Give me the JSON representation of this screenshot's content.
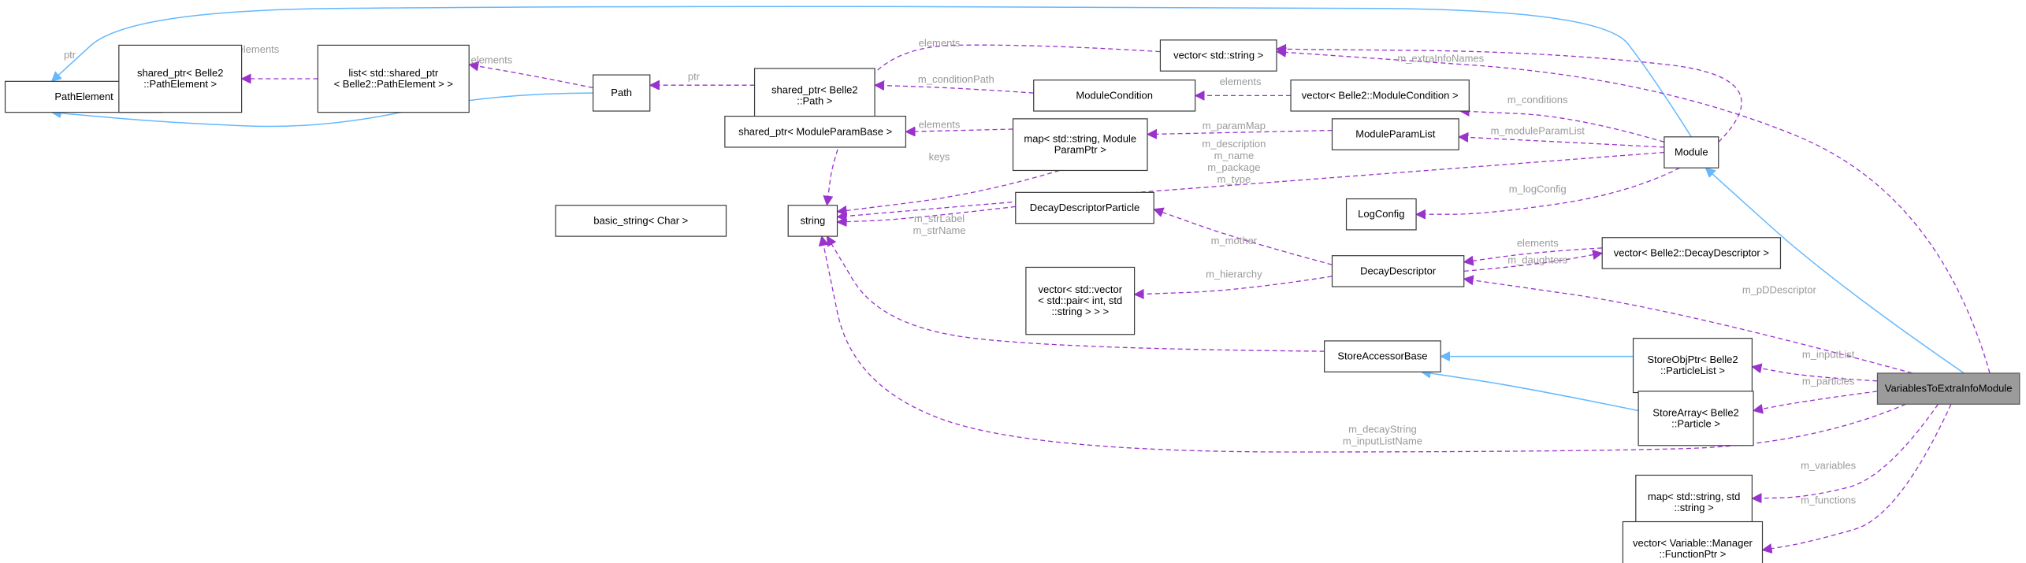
{
  "nodes": {
    "path_element": [
      "PathElement"
    ],
    "sp_pathelement": [
      "shared_ptr< Belle2",
      "::PathElement >"
    ],
    "list_sp": [
      "list< std::shared_ptr",
      "< Belle2::PathElement > >"
    ],
    "path": [
      "Path"
    ],
    "sp_path": [
      "shared_ptr< Belle2",
      "::Path >"
    ],
    "sp_moduleparambase": [
      "shared_ptr< ModuleParamBase >"
    ],
    "basic_string": [
      "basic_string< Char >"
    ],
    "string": [
      "string"
    ],
    "vector_string": [
      "vector< std::string >"
    ],
    "module_condition": [
      "ModuleCondition"
    ],
    "vector_modulecondition": [
      "vector< Belle2::ModuleCondition >"
    ],
    "map_moduleparam": [
      "map< std::string, Module",
      "ParamPtr >"
    ],
    "module_param_list": [
      "ModuleParamList"
    ],
    "module": [
      "Module"
    ],
    "log_config": [
      "LogConfig"
    ],
    "decay_descriptor_particle": [
      "DecayDescriptorParticle"
    ],
    "decay_descriptor": [
      "DecayDescriptor"
    ],
    "vector_decaydescriptor": [
      "vector< Belle2::DecayDescriptor >"
    ],
    "vector_vector_pair": [
      "vector< std::vector",
      "< std::pair< int, std",
      "::string > > >"
    ],
    "store_accessor_base": [
      "StoreAccessorBase"
    ],
    "storeobjptr": [
      "StoreObjPtr< Belle2",
      "::ParticleList >"
    ],
    "storearray": [
      "StoreArray< Belle2",
      "::Particle >"
    ],
    "variables_module": [
      "VariablesToExtraInfoModule"
    ],
    "map_string_string": [
      "map< std::string, std",
      "::string >"
    ],
    "vector_functionptr": [
      "vector< Variable::Manager",
      "::FunctionPtr >"
    ]
  },
  "edge_labels": {
    "ptr_1": [
      "ptr"
    ],
    "elements_1": [
      "elements"
    ],
    "m_elements": [
      "m_elements"
    ],
    "ptr_2": [
      "ptr"
    ],
    "elements_2": [
      "elements"
    ],
    "m_condition_path": [
      "m_conditionPath"
    ],
    "elements_3": [
      "elements"
    ],
    "m_extra_info_names": [
      "m_extraInfoNames"
    ],
    "m_conditions": [
      "m_conditions"
    ],
    "elements_4": [
      "elements"
    ],
    "m_param_map": [
      "m_paramMap"
    ],
    "m_module_param_list": [
      "m_moduleParamList"
    ],
    "keys": [
      "keys"
    ],
    "module_strings": [
      "m_description",
      "m_name",
      "m_package",
      "m_type"
    ],
    "m_log_config": [
      "m_logConfig"
    ],
    "m_str_label": [
      "m_strLabel",
      "m_strName"
    ],
    "m_mother": [
      "m_mother"
    ],
    "elements_5": [
      "elements"
    ],
    "m_daughters": [
      "m_daughters"
    ],
    "m_hierarchy": [
      "m_hierarchy"
    ],
    "m_pd_descriptor": [
      "m_pDDescriptor"
    ],
    "m_name": [
      "m_name"
    ],
    "m_input_list": [
      "m_inputList"
    ],
    "m_particles": [
      "m_particles"
    ],
    "module_strings_2": [
      "m_decayString",
      "m_inputListName"
    ],
    "m_variables": [
      "m_variables"
    ],
    "m_functions": [
      "m_functions"
    ]
  },
  "colors": {
    "inheritance_edge": "#63b8ff",
    "usage_edge": "#9a32cd",
    "label_text": "#9a9a9a",
    "highlight_fill": "#9b9b9b"
  }
}
